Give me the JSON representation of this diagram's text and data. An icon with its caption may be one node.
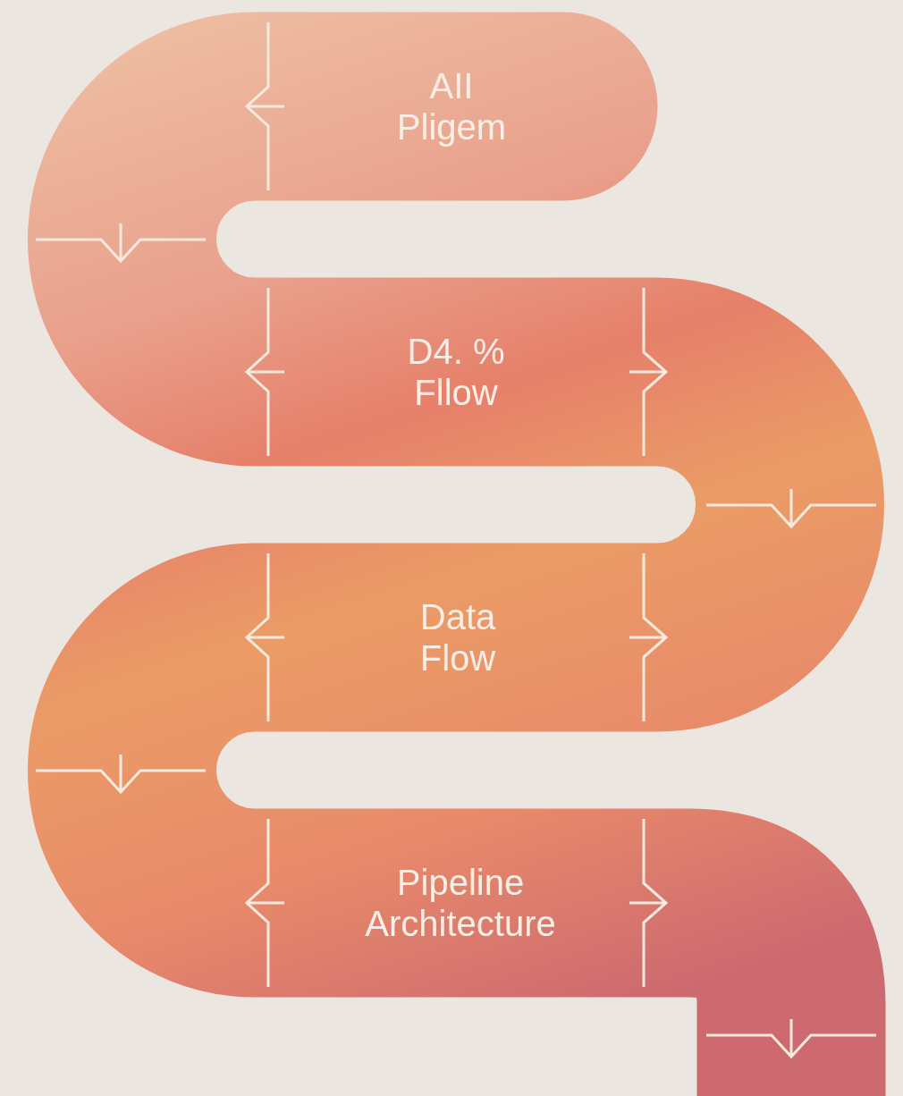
{
  "diagram": {
    "nodes": [
      {
        "text": [
          "AII Pligem"
        ]
      },
      {
        "text": [
          "D4. % Fllow"
        ]
      },
      {
        "text": [
          "Data Flow"
        ]
      },
      {
        "text": [
          "Pipeline Architecture"
        ]
      }
    ]
  }
}
